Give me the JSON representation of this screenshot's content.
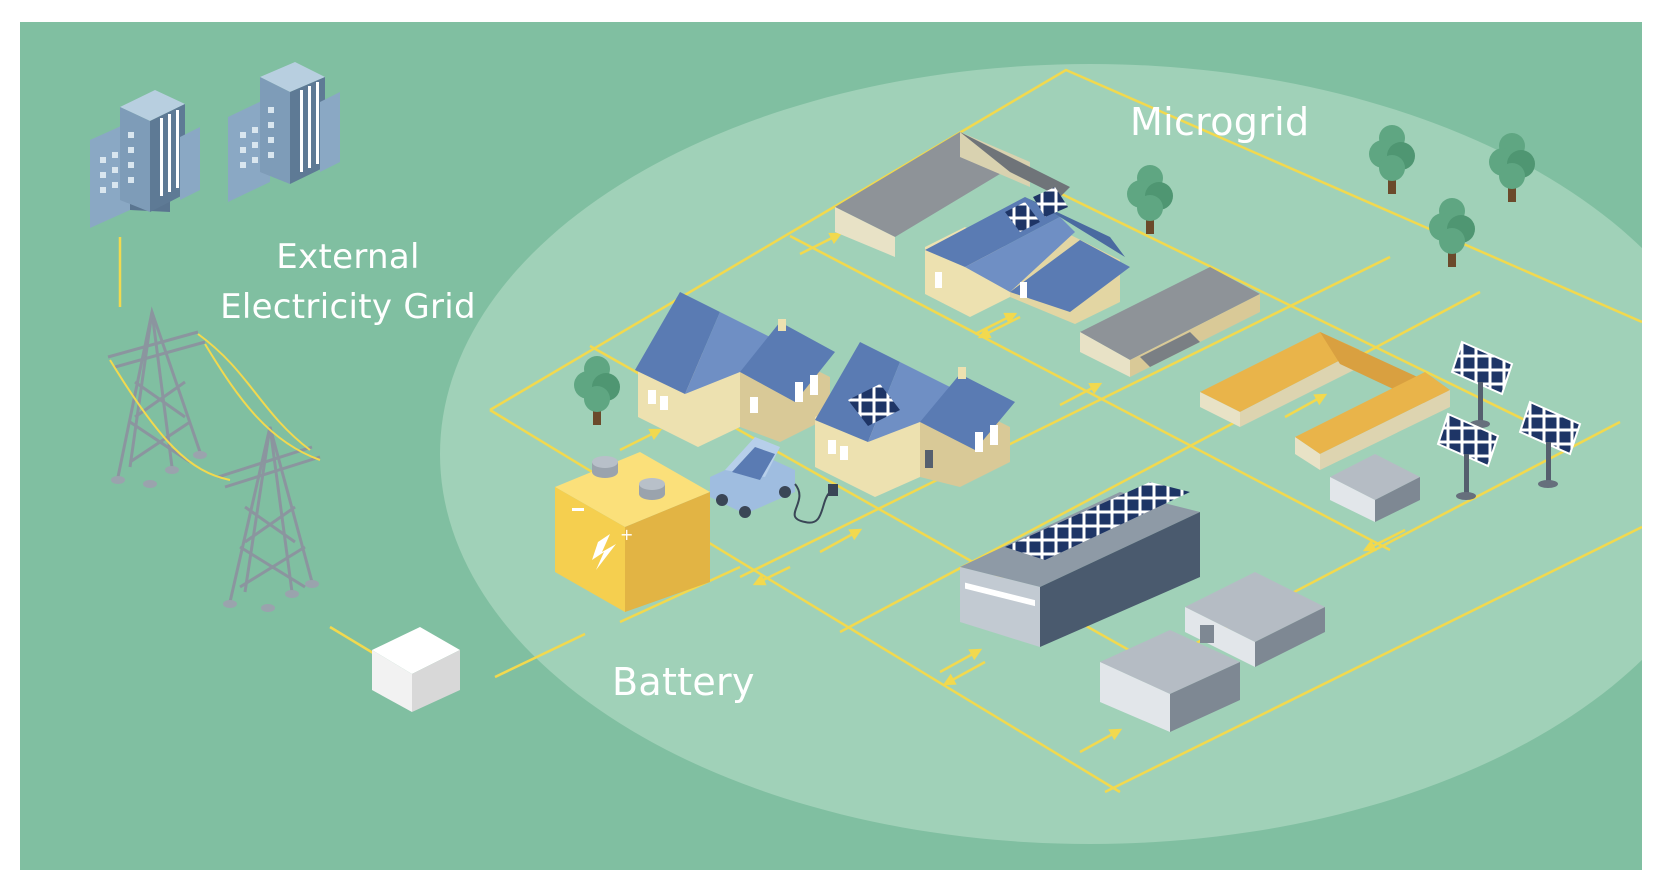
{
  "labels": {
    "external_grid_line1": "External",
    "external_grid_line2": "Electricity Grid",
    "microgrid": "Microgrid",
    "battery": "Battery"
  },
  "colors": {
    "background": "#80bfa1",
    "microgrid_area": "#a0d1b8",
    "power_line": "#f2d94e",
    "roof_blue": "#5a7bb3",
    "wall_cream": "#ede1b0",
    "battery_yellow": "#f5cf4f",
    "solar_panel": "#1e3566",
    "tree": "#5fa682",
    "building_slate": "#4a5a6e",
    "text": "#ffffff"
  },
  "icons": [
    "office-building-icon",
    "transmission-tower-icon",
    "transformer-box-icon",
    "battery-icon",
    "house-icon",
    "solar-panel-icon",
    "electric-car-icon",
    "charging-plug-icon",
    "tree-icon",
    "warehouse-icon",
    "factory-icon",
    "energy-flow-arrow-icon"
  ]
}
